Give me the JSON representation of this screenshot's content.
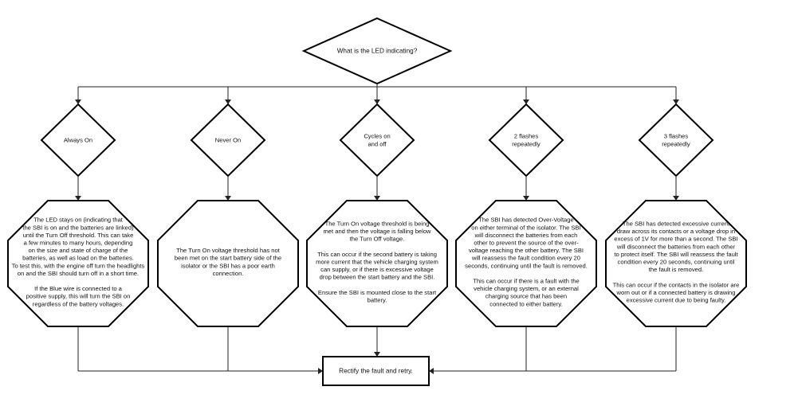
{
  "diagram": {
    "question": [
      "What is the LED indicating?"
    ],
    "branches": [
      {
        "label": [
          "Always On"
        ],
        "text": [
          "The LED stays on (indicating that",
          "the SBI is on and the batteries are linked)",
          "until the Turn Off threshold. This can take",
          "a few minutes to many hours, depending",
          "on the size and state of charge of the",
          "batteries, as well as load on the batteries.",
          "To test this, with the engine off turn the headlights",
          "on and the SBI should turn off in a short time.",
          "",
          "If the Blue wire is connected to a",
          "positive supply, this will turn the SBI on",
          "regardless of the battery voltages."
        ]
      },
      {
        "label": [
          "Never On"
        ],
        "text": [
          "The Turn On voltage threshold has not",
          "been met on the start battery side of the",
          "isolator or the SBI has a poor earth",
          "connection."
        ]
      },
      {
        "label": [
          "Cycles on",
          "and off"
        ],
        "text": [
          "The Turn On voltage threshold is being",
          "met and then the voltage is falling below",
          "the Turn Off voltage.",
          "",
          "This can occur if the second battery is taking",
          "more current that the vehicle charging system",
          "can supply, or if there is excessive voltage",
          "drop between the start battery and the SBI.",
          "",
          "Ensure the SBI is mounted close to the start",
          "battery."
        ]
      },
      {
        "label": [
          "2 flashes",
          "repeatedly"
        ],
        "text": [
          "The SBI has detected Over-Voltage",
          "on either terminal of the isolator. The SBI",
          "will disconnect the batteries from each",
          "other to prevent the source of the over-",
          "voltage reaching the other battery. The SBI",
          "will reassess the fault condition every 20",
          "seconds, continuing until the fault is removed.",
          "",
          "This can occur if there is a fault with the",
          "vehicle charging system, or an external",
          "charging source that has been",
          "connected to either battery."
        ]
      },
      {
        "label": [
          "3 flashes",
          "repeatedly"
        ],
        "text": [
          "The SBI has detected excessive current",
          "draw across its contacts or a voltage drop in",
          "excess of 1V for more than a second. The SBI",
          "will disconnect the batteries from each other",
          "to protect itself. The SBI will reassess the fault",
          "condition every 20 seconds, continuing until",
          "the fault is removed.",
          "",
          "This can occur if the contacts in the isolator are",
          "worn out or if a connected battery is drawing",
          "excessive current due to being faulty."
        ]
      }
    ],
    "result": [
      "Rectify the fault and retry."
    ]
  }
}
